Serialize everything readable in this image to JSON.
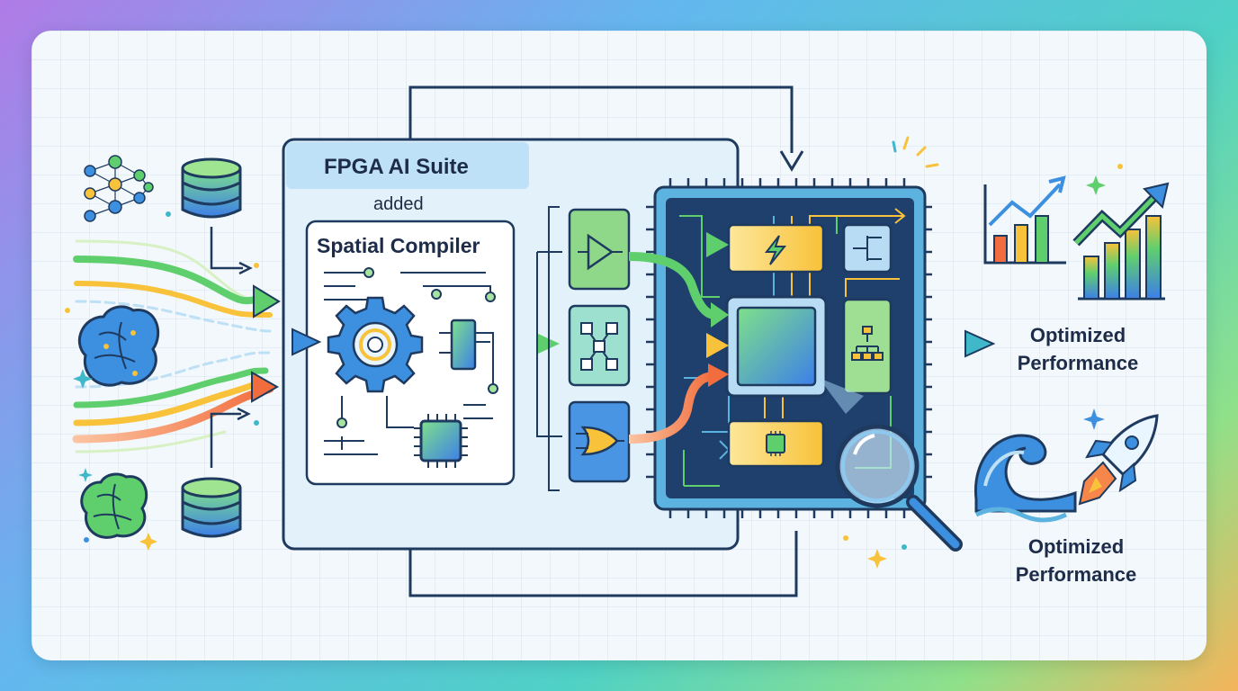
{
  "diagram": {
    "suite_title": "FPGA AI Suite",
    "added_text": "added",
    "compiler_title": "Spatial Compiler",
    "output_label_top": {
      "line1": "Optimized",
      "line2": "Performance"
    },
    "output_label_bottom": {
      "line1": "Optimized",
      "line2": "Performance"
    }
  },
  "icons": [
    "neural-network-icon",
    "database-icon",
    "brain-icon",
    "database-icon",
    "gear-icon",
    "chip-icon",
    "buffer-gate-icon",
    "hierarchy-icon",
    "or-gate-icon",
    "lightning-icon",
    "magnifier-icon",
    "bar-chart-icon",
    "wave-icon",
    "rocket-icon"
  ],
  "colors": {
    "navy": "#1e3a5f",
    "green": "#5fcf6e",
    "yellow": "#f8c23a",
    "orange": "#f7864a",
    "blue": "#3d8fe0",
    "teal": "#3fb8c9"
  }
}
